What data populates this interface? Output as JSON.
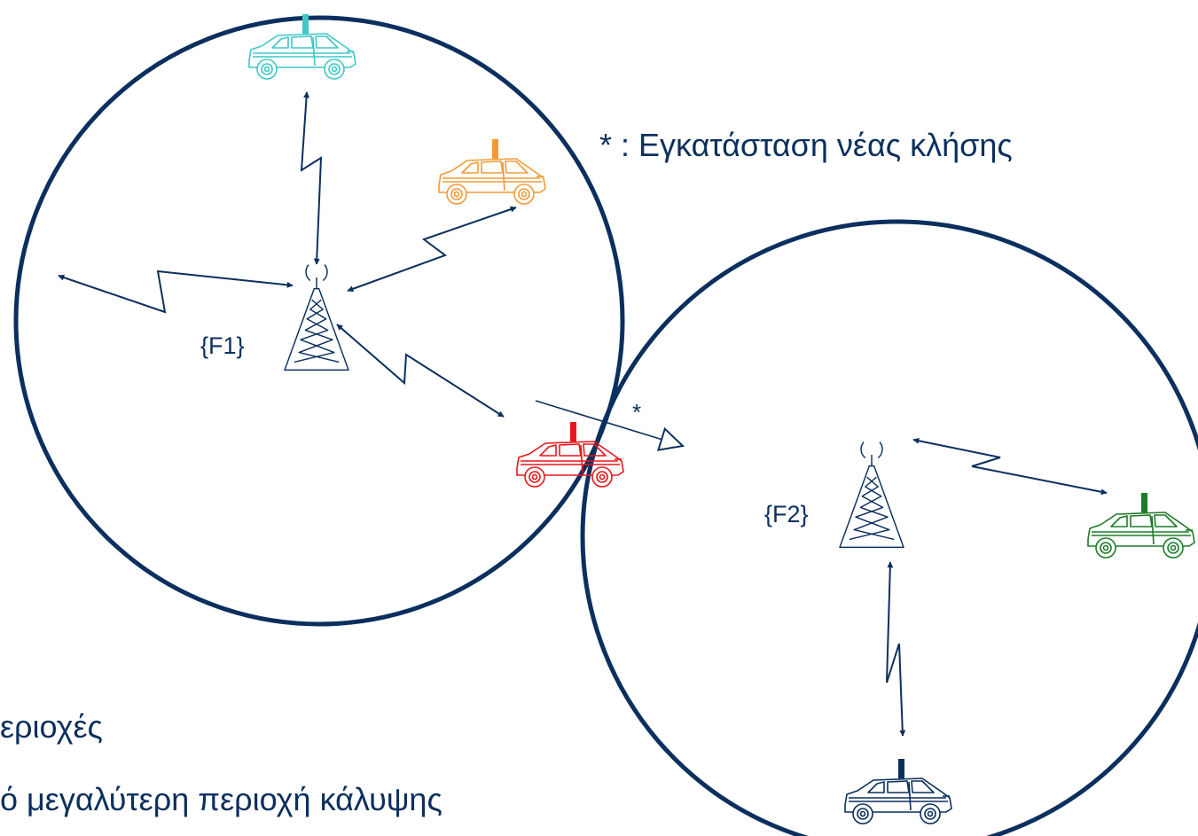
{
  "colors": {
    "line": "#0b2f5e",
    "car_teal": "#3ec8c8",
    "car_orange": "#f39a38",
    "car_red": "#e8161b",
    "car_green": "#1e7a28",
    "car_navy": "#0b2f5e",
    "text": "#0b2f5e"
  },
  "legend": {
    "text": "* : Εγκατάσταση νέας κλήσης"
  },
  "cells": [
    {
      "name": "cell-f1",
      "label": "{F1}"
    },
    {
      "name": "cell-f2",
      "label": "{F2}"
    }
  ],
  "handover_marker": "*",
  "cut_text": {
    "line1": "εριοχές",
    "line2": "ό μεγαλύτερη περιοχή κάλυψης"
  },
  "icons": {
    "tower": "radio-tower-icon",
    "car": "car-icon"
  }
}
